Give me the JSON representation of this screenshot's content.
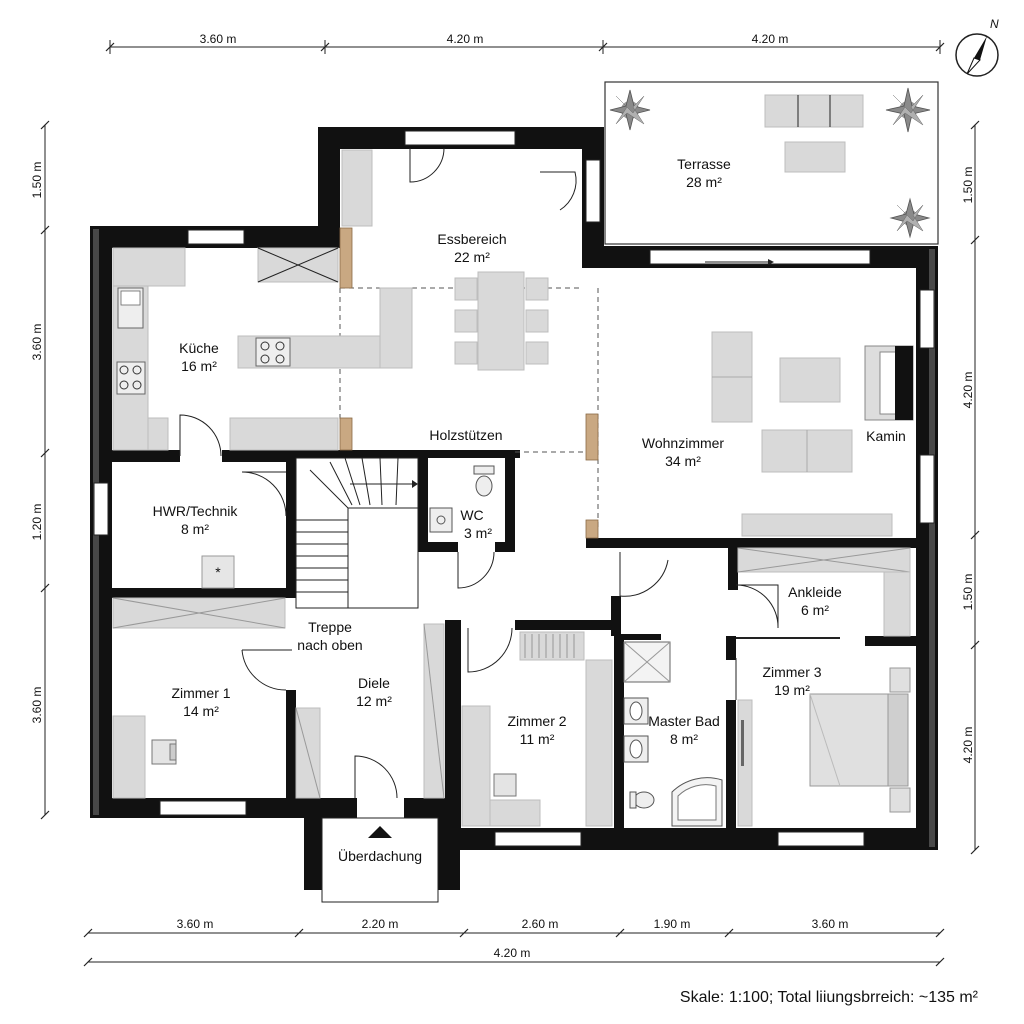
{
  "dimensions": {
    "top": [
      "3.60 m",
      "4.20 m",
      "4.20 m"
    ],
    "left": [
      "1.50 m",
      "3.60 m",
      "1.20 m",
      "3.60 m"
    ],
    "right": [
      "1.50 m",
      "4.20 m",
      "1.50 m",
      "4.20 m"
    ],
    "bottom": [
      "3.60 m",
      "2.20 m",
      "2.60 m",
      "1.90 m",
      "3.60 m"
    ],
    "bottom_total": "4.20 m"
  },
  "rooms": {
    "terrasse": {
      "name": "Terrasse",
      "area": "28 m²"
    },
    "essbereich": {
      "name": "Essbereich",
      "area": "22 m²"
    },
    "kueche": {
      "name": "Küche",
      "area": "16 m²"
    },
    "wohnzimmer": {
      "name": "Wohnzimmer",
      "area": "34 m²"
    },
    "hwr": {
      "name": "HWR/Technik",
      "area": "8 m²"
    },
    "wc": {
      "name": "WC",
      "area": "3 m²"
    },
    "ankleide": {
      "name": "Ankleide",
      "area": "6 m²"
    },
    "zimmer1": {
      "name": "Zimmer 1",
      "area": "14 m²"
    },
    "diele": {
      "name": "Diele",
      "area": "12 m²"
    },
    "zimmer2": {
      "name": "Zimmer 2",
      "area": "11 m²"
    },
    "masterbad": {
      "name": "Master Bad",
      "area": "8 m²"
    },
    "zimmer3": {
      "name": "Zimmer 3",
      "area": "19 m²"
    }
  },
  "labels": {
    "holzstuetzen": "Holzstützen",
    "kamin": "Kamin",
    "treppe_line1": "Treppe",
    "treppe_line2": "nach oben",
    "ueberdachung": "Überdachung",
    "north": "N"
  },
  "footer": {
    "scale": "Skale: 1:100; Total liiungsbrreich: ~135 m²"
  }
}
